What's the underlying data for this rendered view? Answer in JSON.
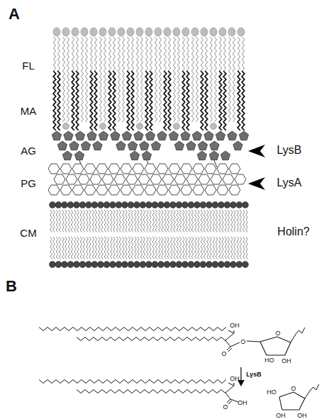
{
  "diagram": {
    "labels": [
      "A",
      "FL",
      "MA",
      "AG",
      "PG",
      "CM",
      "LysB",
      "LysA",
      "Holin?",
      "B",
      "OH",
      "O",
      "O",
      "O",
      "HO",
      "OH",
      "LysB",
      "OH",
      "OH",
      "O",
      "HO",
      "O",
      "OH",
      "OH"
    ]
  }
}
